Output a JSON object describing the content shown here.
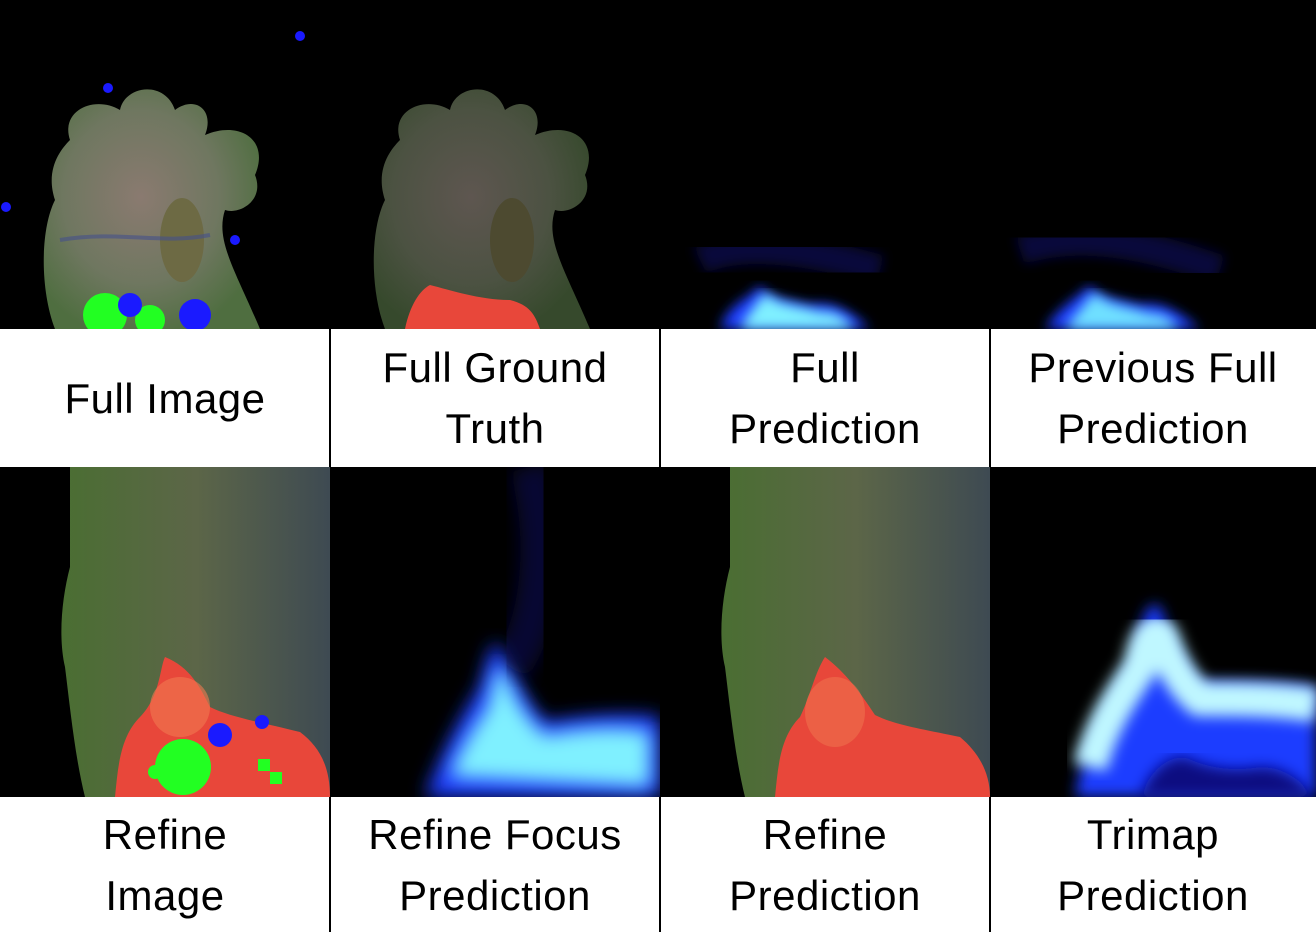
{
  "rows": [
    {
      "panels": [
        {
          "image": "full-image-composite"
        },
        {
          "image": "full-ground-truth-overlay"
        },
        {
          "image": "full-prediction-heatmap"
        },
        {
          "image": "previous-full-prediction-heatmap"
        }
      ],
      "labels": [
        "Full Image",
        "Full Ground\nTruth",
        "Full\nPrediction",
        "Previous Full\nPrediction"
      ]
    },
    {
      "panels": [
        {
          "image": "refine-image-composite"
        },
        {
          "image": "refine-focus-prediction-heatmap"
        },
        {
          "image": "refine-prediction-overlay"
        },
        {
          "image": "trimap-prediction-heatmap"
        }
      ],
      "labels": [
        "Refine\nImage",
        "Refine Focus\nPrediction",
        "Refine\nPrediction",
        "Trimap\nPrediction"
      ]
    }
  ],
  "colors": {
    "background": "#000000",
    "tissue": "#6b6e54",
    "ground_truth": "#e8473a",
    "marker_green": "#22ff22",
    "marker_blue": "#1a1aff",
    "prediction_glow": "#7ff0ff"
  }
}
